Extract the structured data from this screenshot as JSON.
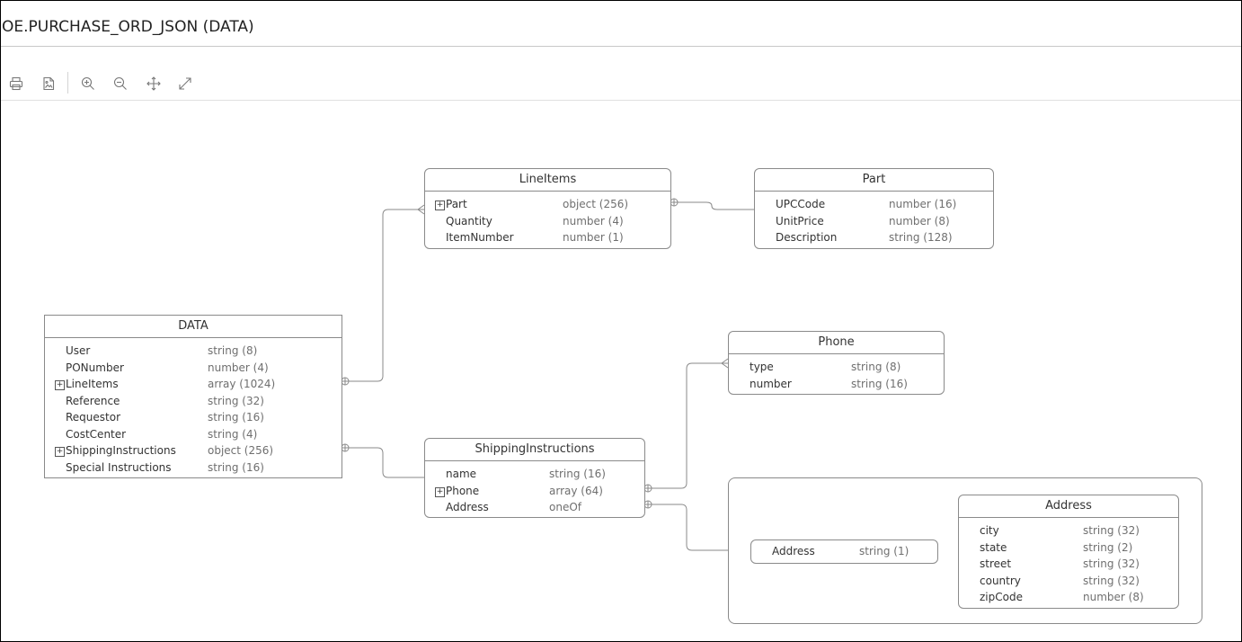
{
  "window": {
    "title": "OE.PURCHASE_ORD_JSON (DATA)"
  },
  "toolbar": {
    "buttons": [
      {
        "icon": "print-icon"
      },
      {
        "icon": "export-image-icon"
      },
      {
        "icon": "zoom-in-icon"
      },
      {
        "icon": "zoom-out-icon"
      },
      {
        "icon": "pan-icon"
      },
      {
        "icon": "fit-to-screen-icon"
      }
    ]
  },
  "diagram": {
    "data": {
      "title": "DATA",
      "rows": [
        {
          "name": "User",
          "type": "string (8)"
        },
        {
          "name": "PONumber",
          "type": "number (4)"
        },
        {
          "name": "LineItems",
          "type": "array (1024)"
        },
        {
          "name": "Reference",
          "type": "string (32)"
        },
        {
          "name": "Requestor",
          "type": "string (16)"
        },
        {
          "name": "CostCenter",
          "type": "string (4)"
        },
        {
          "name": "ShippingInstructions",
          "type": "object (256)"
        },
        {
          "name": "Special Instructions",
          "type": "string (16)"
        }
      ]
    },
    "lineitems": {
      "title": "LineItems",
      "rows": [
        {
          "name": "Part",
          "type": "object (256)"
        },
        {
          "name": "Quantity",
          "type": "number (4)"
        },
        {
          "name": "ItemNumber",
          "type": "number (1)"
        }
      ]
    },
    "part": {
      "title": "Part",
      "rows": [
        {
          "name": "UPCCode",
          "type": "number (16)"
        },
        {
          "name": "UnitPrice",
          "type": "number (8)"
        },
        {
          "name": "Description",
          "type": "string (128)"
        }
      ]
    },
    "phone": {
      "title": "Phone",
      "rows": [
        {
          "name": "type",
          "type": "string (8)"
        },
        {
          "name": "number",
          "type": "string (16)"
        }
      ]
    },
    "shipping": {
      "title": "ShippingInstructions",
      "rows": [
        {
          "name": "name",
          "type": "string (16)"
        },
        {
          "name": "Phone",
          "type": "array (64)"
        },
        {
          "name": "Address",
          "type": "oneOf"
        }
      ]
    },
    "address_alt": {
      "name": "Address",
      "type": "string (1)"
    },
    "address": {
      "title": "Address",
      "rows": [
        {
          "name": "city",
          "type": "string (32)"
        },
        {
          "name": "state",
          "type": "string (2)"
        },
        {
          "name": "street",
          "type": "string (32)"
        },
        {
          "name": "country",
          "type": "string (32)"
        },
        {
          "name": "zipCode",
          "type": "number (8)"
        }
      ]
    },
    "expand_glyph": "+"
  },
  "colors": {
    "border": "#8a8a8a",
    "type_text": "#6f6f6f",
    "icon": "#777777"
  }
}
